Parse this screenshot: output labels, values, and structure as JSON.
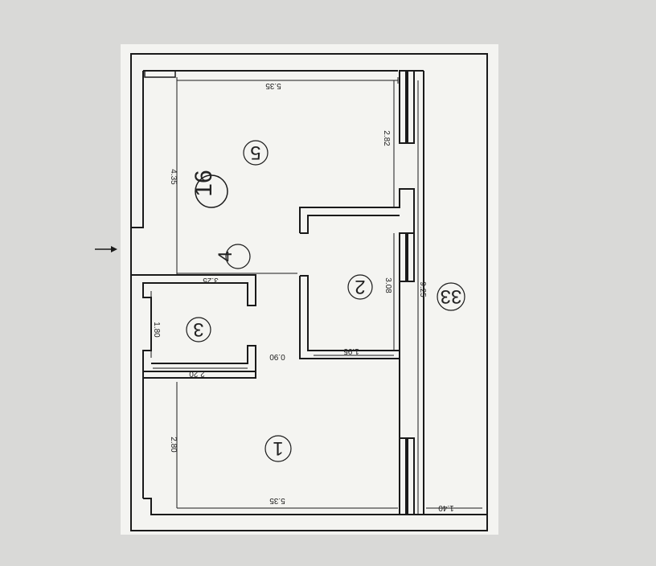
{
  "plan": {
    "dimensions": {
      "top_width": "5.35",
      "bottom_width": "5.35",
      "left_upper_height": "4.35",
      "right_upper_height": "2.82",
      "middle_width": "3.25",
      "room2_height": "3.08",
      "total_height": "9.25",
      "room3_height": "1.80",
      "room3_width": "2.20",
      "door_gap": "0.90",
      "room2_width": "1.95",
      "bottom_left_height": "2.80",
      "corridor_width": "1.40"
    },
    "rooms": {
      "room1": "1",
      "room2": "2",
      "room3": "3",
      "room4": "4",
      "room5": "5",
      "hall": "33",
      "floor_label": "16"
    },
    "entry_marker": "→"
  },
  "colors": {
    "line": "#1a1a1a",
    "paper": "#f4f4f1",
    "background": "#d9d9d7"
  }
}
